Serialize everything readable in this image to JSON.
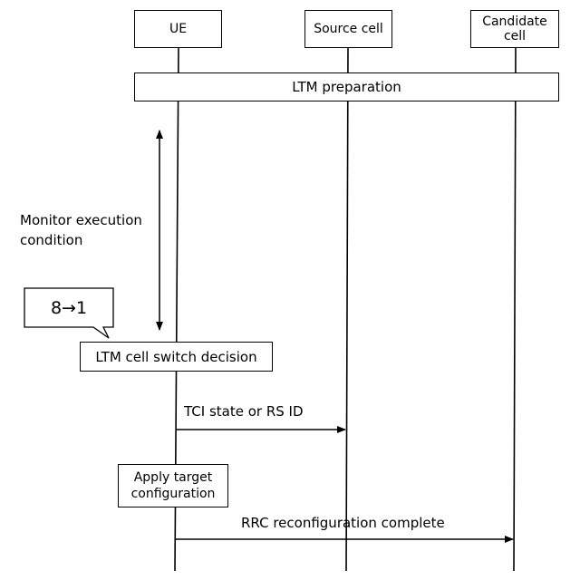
{
  "participants": [
    {
      "name": "UE"
    },
    {
      "name": "Source cell"
    },
    {
      "name": "Candidate cell",
      "display": "Candidate\ncell"
    }
  ],
  "preparation": "LTM preparation",
  "monitor_label": "Monitor execution condition",
  "monitor_label_lines": [
    "Monitor execution",
    "condition"
  ],
  "callout": "8→1",
  "decision": "LTM cell switch decision",
  "apply": "Apply target configuration",
  "apply_lines": [
    "Apply target",
    "configuration"
  ],
  "messages": [
    {
      "from": "UE",
      "to": "Source cell",
      "label": "TCI state or RS ID"
    },
    {
      "from": "UE",
      "to": "Candidate cell",
      "label": "RRC reconfiguration complete"
    }
  ]
}
